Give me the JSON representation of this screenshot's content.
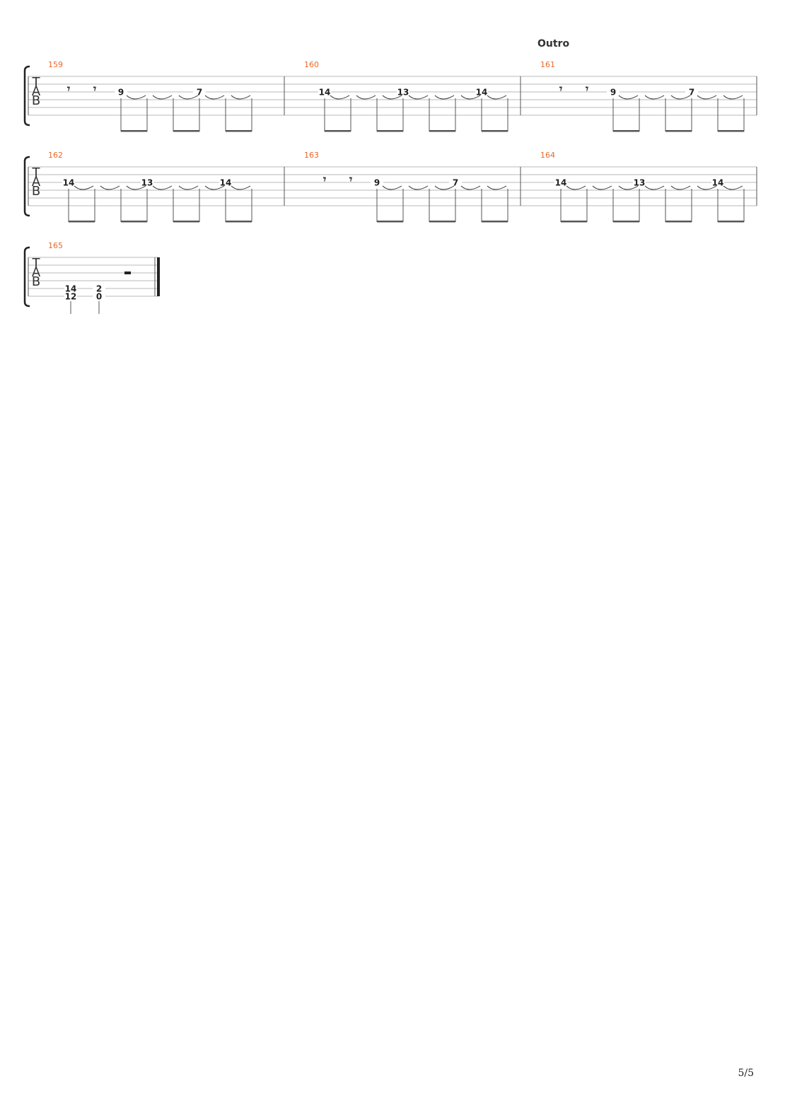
{
  "section_label": "Outro",
  "page_number": "5/5",
  "tab_clef": [
    "T",
    "A",
    "B"
  ],
  "colors": {
    "measure_number": "#e8692a",
    "fret_text": "#222222",
    "staff_line": "#b8b8b8"
  },
  "systems": [
    {
      "measures": [
        {
          "number": "159",
          "events": [
            {
              "type": "rest",
              "symbol": "eighth-rest"
            },
            {
              "type": "rest",
              "symbol": "eighth-rest"
            },
            {
              "type": "note",
              "string": 2,
              "fret": "9"
            },
            {
              "type": "note",
              "string": 2,
              "fret": ""
            },
            {
              "type": "note",
              "string": 2,
              "fret": ""
            },
            {
              "type": "note",
              "string": 2,
              "fret": "7"
            },
            {
              "type": "note",
              "string": 2,
              "fret": ""
            },
            {
              "type": "note",
              "string": 2,
              "fret": ""
            }
          ]
        },
        {
          "number": "160",
          "events": [
            {
              "type": "note",
              "string": 2,
              "fret": "14"
            },
            {
              "type": "note",
              "string": 2,
              "fret": ""
            },
            {
              "type": "note",
              "string": 2,
              "fret": ""
            },
            {
              "type": "note",
              "string": 2,
              "fret": "13"
            },
            {
              "type": "note",
              "string": 2,
              "fret": ""
            },
            {
              "type": "note",
              "string": 2,
              "fret": ""
            },
            {
              "type": "note",
              "string": 2,
              "fret": "14"
            },
            {
              "type": "note",
              "string": 2,
              "fret": ""
            }
          ]
        },
        {
          "number": "161",
          "events": [
            {
              "type": "rest",
              "symbol": "eighth-rest"
            },
            {
              "type": "rest",
              "symbol": "eighth-rest"
            },
            {
              "type": "note",
              "string": 2,
              "fret": "9"
            },
            {
              "type": "note",
              "string": 2,
              "fret": ""
            },
            {
              "type": "note",
              "string": 2,
              "fret": ""
            },
            {
              "type": "note",
              "string": 2,
              "fret": "7"
            },
            {
              "type": "note",
              "string": 2,
              "fret": ""
            },
            {
              "type": "note",
              "string": 2,
              "fret": ""
            }
          ]
        }
      ]
    },
    {
      "measures": [
        {
          "number": "162",
          "events": [
            {
              "type": "note",
              "string": 2,
              "fret": "14"
            },
            {
              "type": "note",
              "string": 2,
              "fret": ""
            },
            {
              "type": "note",
              "string": 2,
              "fret": ""
            },
            {
              "type": "note",
              "string": 2,
              "fret": "13"
            },
            {
              "type": "note",
              "string": 2,
              "fret": ""
            },
            {
              "type": "note",
              "string": 2,
              "fret": ""
            },
            {
              "type": "note",
              "string": 2,
              "fret": "14"
            },
            {
              "type": "note",
              "string": 2,
              "fret": ""
            }
          ]
        },
        {
          "number": "163",
          "events": [
            {
              "type": "rest",
              "symbol": "eighth-rest"
            },
            {
              "type": "rest",
              "symbol": "eighth-rest"
            },
            {
              "type": "note",
              "string": 2,
              "fret": "9"
            },
            {
              "type": "note",
              "string": 2,
              "fret": ""
            },
            {
              "type": "note",
              "string": 2,
              "fret": ""
            },
            {
              "type": "note",
              "string": 2,
              "fret": "7"
            },
            {
              "type": "note",
              "string": 2,
              "fret": ""
            },
            {
              "type": "note",
              "string": 2,
              "fret": ""
            }
          ]
        },
        {
          "number": "164",
          "events": [
            {
              "type": "note",
              "string": 2,
              "fret": "14"
            },
            {
              "type": "note",
              "string": 2,
              "fret": ""
            },
            {
              "type": "note",
              "string": 2,
              "fret": ""
            },
            {
              "type": "note",
              "string": 2,
              "fret": "13"
            },
            {
              "type": "note",
              "string": 2,
              "fret": ""
            },
            {
              "type": "note",
              "string": 2,
              "fret": ""
            },
            {
              "type": "note",
              "string": 2,
              "fret": "14"
            },
            {
              "type": "note",
              "string": 2,
              "fret": ""
            }
          ]
        }
      ]
    },
    {
      "measures": [
        {
          "number": "165",
          "final": true,
          "events": [
            {
              "type": "chord",
              "notes": [
                {
                  "string": 4,
                  "fret": "14"
                },
                {
                  "string": 5,
                  "fret": "12"
                }
              ]
            },
            {
              "type": "chord",
              "notes": [
                {
                  "string": 4,
                  "fret": "2"
                },
                {
                  "string": 5,
                  "fret": "0"
                }
              ]
            },
            {
              "type": "rest",
              "symbol": "half-rest"
            }
          ]
        }
      ]
    }
  ]
}
